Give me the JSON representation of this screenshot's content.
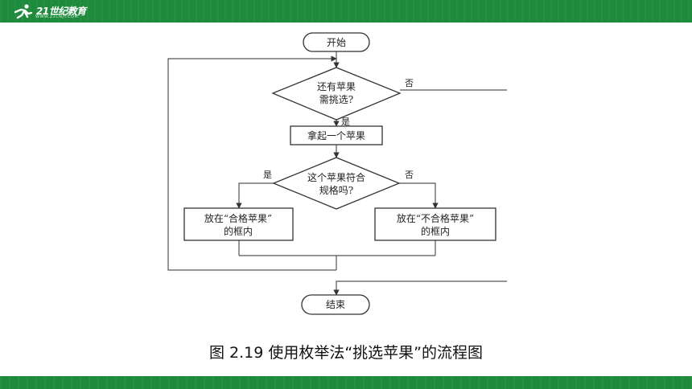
{
  "brand": {
    "name": "21世纪教育",
    "subtitle": "WWW.21CNJY.COM",
    "bar_color": "#1d8a3c"
  },
  "flowchart": {
    "start": "开始",
    "decision_more": [
      "还有苹果",
      "需挑选?"
    ],
    "decision_more_no": "否",
    "decision_more_yes": "是",
    "pick": "拿起一个苹果",
    "decision_ok": [
      "这个苹果符合",
      "规格吗?"
    ],
    "decision_ok_yes": "是",
    "decision_ok_no": "否",
    "box_good": [
      "放在“合格苹果”",
      "的框内"
    ],
    "box_bad": [
      "放在“不合格苹果”",
      "的框内"
    ],
    "end": "结束"
  },
  "caption": "图 2.19 使用枚举法“挑选苹果”的流程图"
}
